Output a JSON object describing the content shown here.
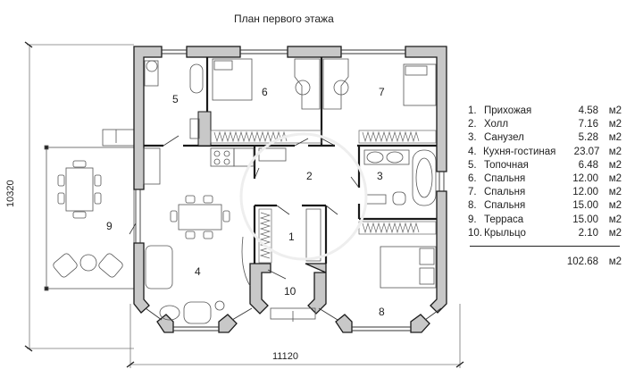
{
  "title": "План первого этажа",
  "rooms": [
    {
      "num": "1.",
      "label": "1",
      "name": "Прихожая",
      "area": "4.58",
      "unit": "м2"
    },
    {
      "num": "2.",
      "label": "2",
      "name": "Холл",
      "area": "7.16",
      "unit": "м2"
    },
    {
      "num": "3.",
      "label": "3",
      "name": "Санузел",
      "area": "5.28",
      "unit": "м2"
    },
    {
      "num": "4.",
      "label": "4",
      "name": "Кухня-гостиная",
      "area": "23.07",
      "unit": "м2"
    },
    {
      "num": "5.",
      "label": "5",
      "name": "Топочная",
      "area": "6.48",
      "unit": "м2"
    },
    {
      "num": "6.",
      "label": "6",
      "name": "Спальня",
      "area": "12.00",
      "unit": "м2"
    },
    {
      "num": "7.",
      "label": "7",
      "name": "Спальня",
      "area": "12.00",
      "unit": "м2"
    },
    {
      "num": "8.",
      "label": "8",
      "name": "Спальня",
      "area": "15.00",
      "unit": "м2"
    },
    {
      "num": "9.",
      "label": "9",
      "name": "Терраса",
      "area": "15.00",
      "unit": "м2"
    },
    {
      "num": "10.",
      "label": "10",
      "name": "Крыльцо",
      "area": "2.10",
      "unit": "м2"
    }
  ],
  "total": {
    "area": "102.68",
    "unit": "м2"
  },
  "dimensions": {
    "width": "11120",
    "height": "10320"
  },
  "colors": {
    "wall_fill": "#c8c8c8",
    "wall_stroke": "#1a1a1a",
    "line": "#555555",
    "text": "#222222"
  }
}
